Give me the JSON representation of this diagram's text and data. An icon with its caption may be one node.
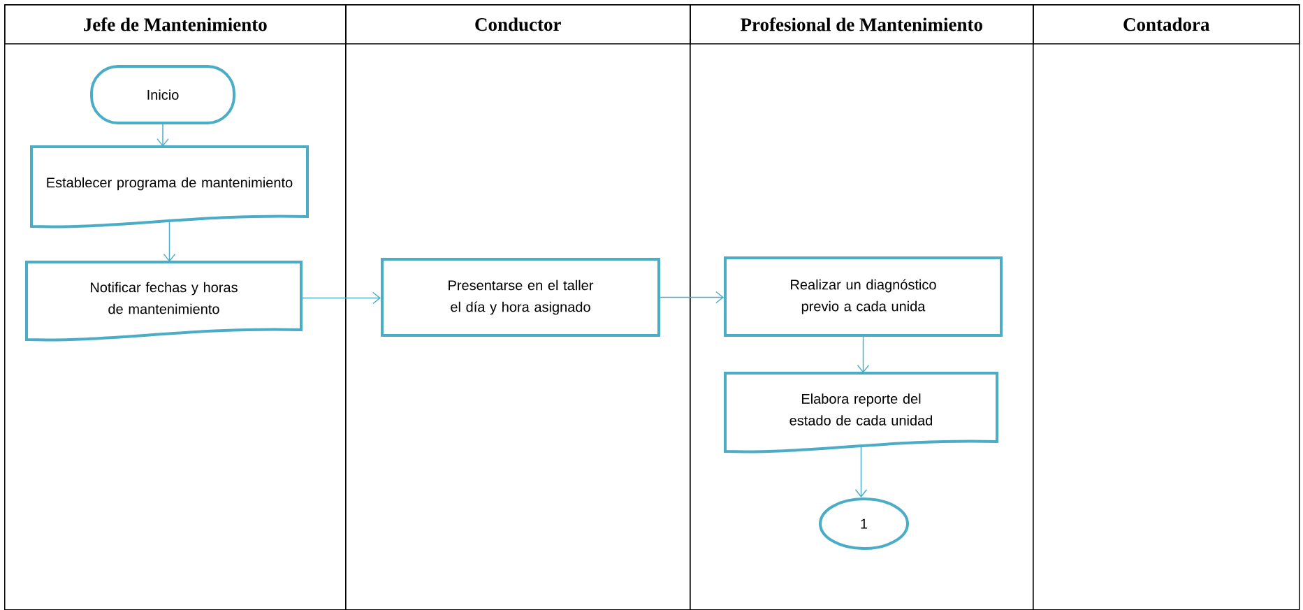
{
  "diagram": {
    "nodes": [
      {
        "text": [
          "Jefe de Mantenimiento"
        ]
      },
      {
        "text": [
          "Conductor"
        ]
      },
      {
        "text": [
          "Profesional de Mantenimiento"
        ]
      },
      {
        "text": [
          "Contadora"
        ]
      },
      {
        "text": [
          "Inicio"
        ],
        "in": 0
      },
      {
        "text": [
          "Establecer programa de mantenimiento"
        ],
        "in": 0
      },
      {
        "text": [
          "Notificar fechas y horas de mantenimiento"
        ],
        "in": 0
      },
      {
        "text": [
          "Presentarse en el taller el día y hora asignado"
        ],
        "in": 1
      },
      {
        "text": [
          "Realizar un diagnóstico previo a cada unida"
        ],
        "in": 2
      },
      {
        "text": [
          "Elabora reporte del estado de cada unidad"
        ],
        "in": 2
      },
      {
        "text": [
          "1"
        ],
        "in": 2
      }
    ],
    "edges": [
      {
        "from": 4,
        "to": 5,
        "arrow": "to"
      },
      {
        "from": 5,
        "to": 6,
        "arrow": "to"
      },
      {
        "from": 6,
        "to": 7,
        "arrow": "to"
      },
      {
        "from": 7,
        "to": 8,
        "arrow": "to"
      },
      {
        "from": 8,
        "to": 9,
        "arrow": "to"
      },
      {
        "from": 9,
        "to": 10,
        "arrow": "to"
      }
    ]
  }
}
